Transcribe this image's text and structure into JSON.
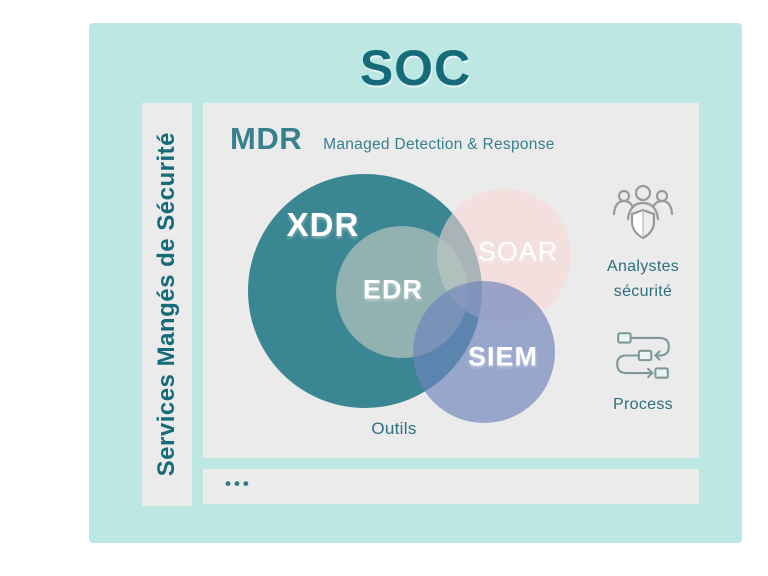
{
  "title": "SOC",
  "sidebar": {
    "label": "Services Mangés de Sécurité"
  },
  "mdr": {
    "abbr": "MDR",
    "full": "Managed Detection & Response"
  },
  "venn": {
    "xdr": "XDR",
    "edr": "EDR",
    "soar": "SOAR",
    "siem": "SIEM",
    "caption": "Outils"
  },
  "right_column": {
    "analysts": {
      "icon": "team-shield-icon",
      "line1": "Analystes",
      "line2": "sécurité"
    },
    "process": {
      "icon": "workflow-icon",
      "label": "Process"
    }
  },
  "footer": {
    "more_indicator": "•••"
  },
  "colors": {
    "card_background": "#bde7e3",
    "panel_background": "#ebebeb",
    "heading_teal": "#156b7a",
    "mdr_teal": "#37808f",
    "xdr_circle": "#3a8692",
    "soar_circle_pink": "#f4dedc",
    "edr_circle_sage": "#b6c4bf",
    "siem_circle_blue": "#8d9cc6",
    "caption_teal": "#2d6f7e",
    "icon_stroke_gray": "#9a9a9a",
    "process_stroke": "#7e989a"
  }
}
